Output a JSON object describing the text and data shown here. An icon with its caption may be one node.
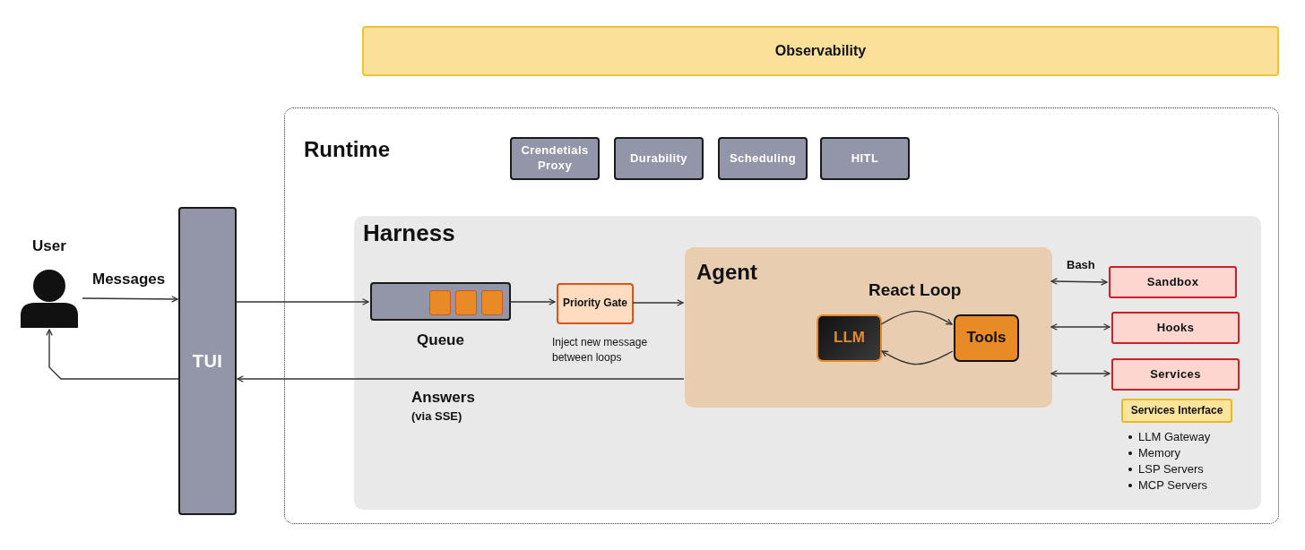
{
  "diagram": {
    "nodes": [
      {
        "text": [
          "User"
        ]
      },
      {
        "text": [
          "TUI"
        ]
      },
      {
        "text": [
          "Observability"
        ]
      },
      {
        "text": [
          "Runtime"
        ]
      },
      {
        "text": [
          "Crendetials Proxy"
        ],
        "in": 3
      },
      {
        "text": [
          "Durability"
        ],
        "in": 3
      },
      {
        "text": [
          "Scheduling"
        ],
        "in": 3
      },
      {
        "text": [
          "HITL"
        ],
        "in": 3
      },
      {
        "text": [
          "Harness"
        ],
        "in": 3
      },
      {
        "text": [
          "Queue"
        ],
        "in": 8
      },
      {
        "text": [
          "Priority Gate"
        ],
        "in": 8,
        "beside": [
          "Inject new message between loops"
        ]
      },
      {
        "text": [
          "Agent"
        ],
        "in": 8
      },
      {
        "text": [
          "LLM"
        ],
        "in": 11
      },
      {
        "text": [
          "Tools"
        ],
        "in": 11
      },
      {
        "text": [
          "Sandbox"
        ],
        "in": 8
      },
      {
        "text": [
          "Hooks"
        ],
        "in": 8
      },
      {
        "text": [
          "Services"
        ],
        "in": 8
      },
      {
        "text": [
          "Services Interface"
        ],
        "in": 8,
        "beside": [
          "LLM Gateway",
          "Memory",
          "LSP Servers",
          "MCP Servers"
        ]
      }
    ],
    "edges": [
      {
        "from": 0,
        "to": 1,
        "arrow": "to",
        "label": "Messages"
      },
      {
        "from": 1,
        "to": 9,
        "arrow": "to"
      },
      {
        "from": 9,
        "to": 10,
        "arrow": "to"
      },
      {
        "from": 10,
        "to": 11,
        "arrow": "to"
      },
      {
        "from": 11,
        "to": 1,
        "arrow": "to",
        "label": "Answers"
      },
      {
        "from": 1,
        "to": 0,
        "arrow": "to"
      },
      {
        "from": 12,
        "to": 13,
        "arrow": "to"
      },
      {
        "from": 13,
        "to": 12,
        "arrow": "to"
      },
      {
        "from": 11,
        "to": 14,
        "arrow": "both",
        "label": "Bash"
      },
      {
        "from": 11,
        "to": 15,
        "arrow": "both"
      },
      {
        "from": 11,
        "to": 16,
        "arrow": "both"
      }
    ],
    "labels": [
      "React Loop",
      "(via SSE)"
    ]
  }
}
